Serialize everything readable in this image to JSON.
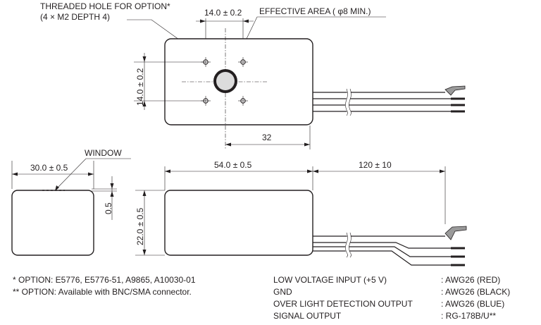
{
  "top_view": {
    "threaded_hole_label_line1": "THREADED HOLE FOR OPTION*",
    "threaded_hole_label_line2": "(4 × M2  DEPTH 4)",
    "hole_spacing_horizontal": "14.0 ± 0.2",
    "hole_spacing_vertical": "14.0 ± 0.2",
    "effective_area_label": "EFFECTIVE AREA ( φ8 MIN.)",
    "center_distance": "32"
  },
  "side_view": {
    "width_dim": "30.0 ± 0.5",
    "window_label": "WINDOW",
    "window_offset": "0.5"
  },
  "front_view": {
    "length_dim": "54.0 ± 0.5",
    "cable_length_dim": "120 ± 10",
    "height_dim": "22.0 ± 0.5"
  },
  "notes": {
    "note1": "*  OPTION: E5776, E5776-51, A9865, A10030-01",
    "note2": "** OPTION: Available with BNC/SMA connector."
  },
  "wire_table": [
    {
      "name": "LOW VOLTAGE INPUT (+5 V)",
      "spec": ": AWG26 (RED)"
    },
    {
      "name": "GND",
      "spec": ": AWG26 (BLACK)"
    },
    {
      "name": "OVER LIGHT DETECTION OUTPUT",
      "spec": ": AWG26 (BLUE)"
    },
    {
      "name": "SIGNAL OUTPUT",
      "spec": ": RG-178B/U**"
    }
  ]
}
